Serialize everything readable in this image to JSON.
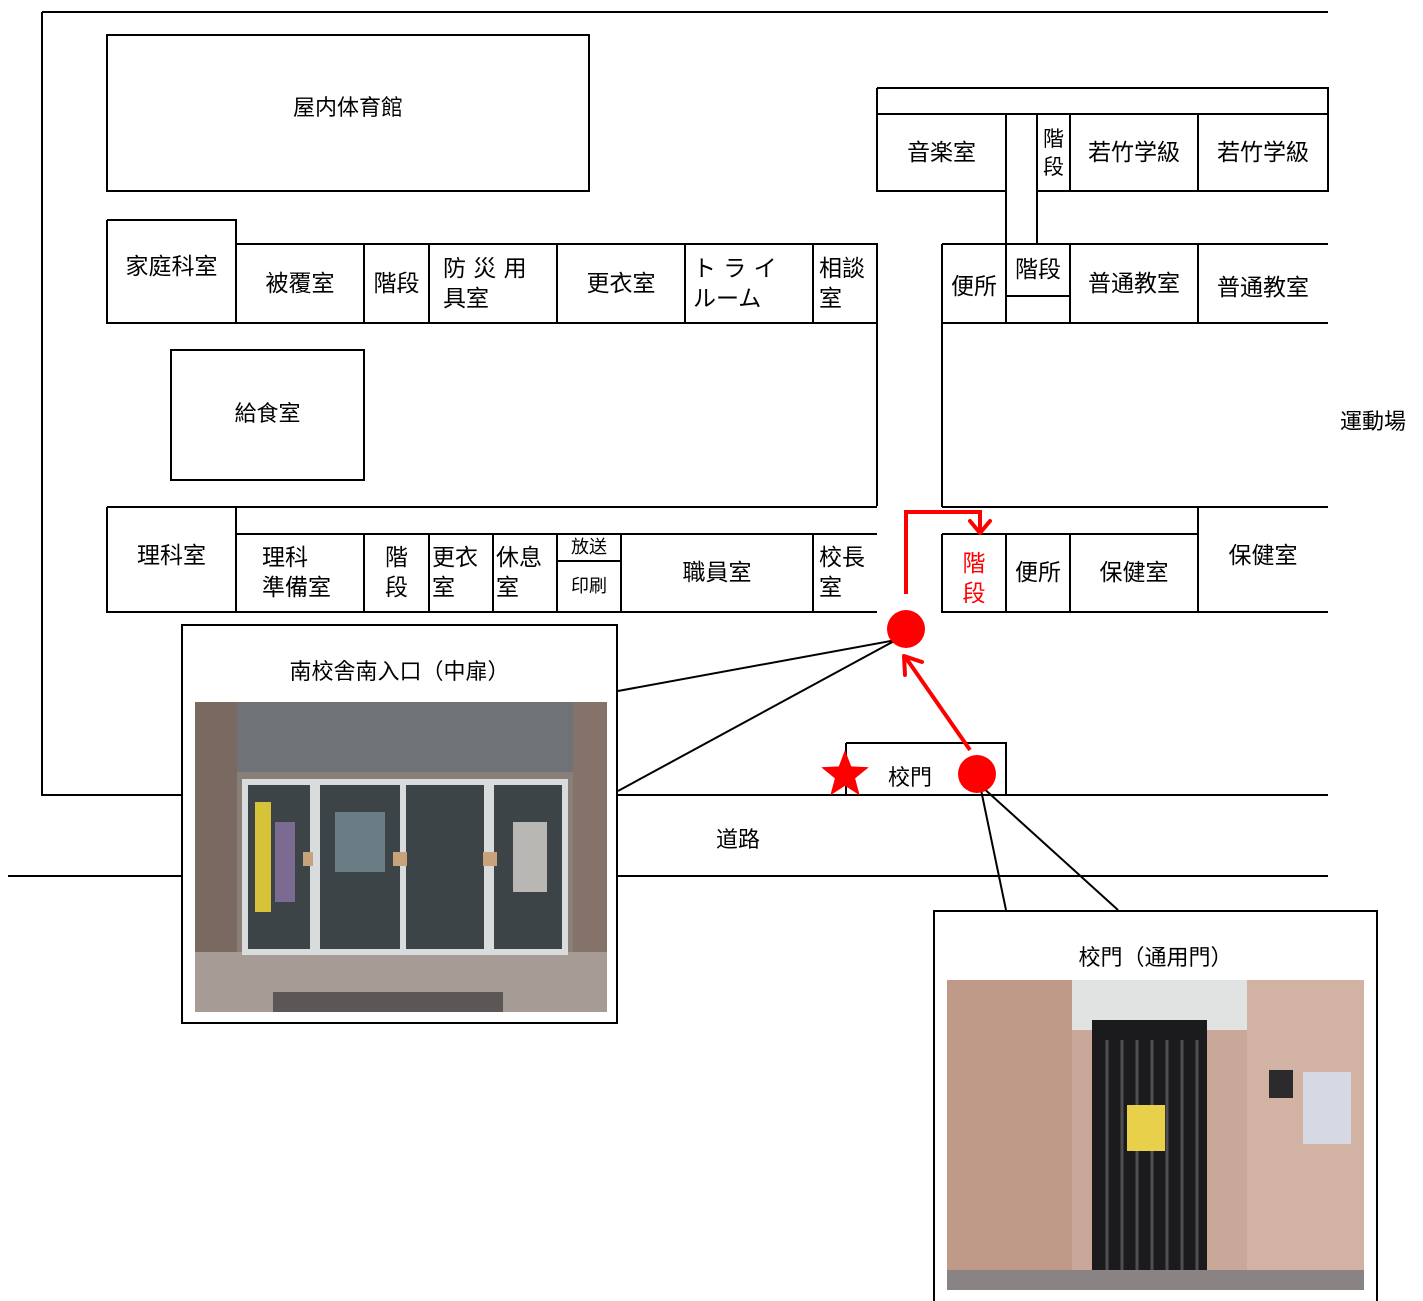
{
  "map": {
    "gym": "屋内体育館",
    "kyushoku": "給食室",
    "undojo": "運動場",
    "doro": "道路",
    "komon": "校門",
    "north_rooms": {
      "katei": "家庭科室",
      "hifuku": "被覆室",
      "kaidan": "階段",
      "bosai": "防 災 用\n具室",
      "koui": "更衣室",
      "torai": "ト ラ イ\nルーム",
      "sodan": "相談\n室"
    },
    "south_rooms": {
      "rika": "理科室",
      "rika_junbi": "理科\n準備室",
      "kaidan": "階\n段",
      "koui": "更衣\n室",
      "kyusoku": "休息\n室",
      "hoso": "放送",
      "insatsu": "印刷",
      "shokuin": "職員室",
      "kocho": "校長\n室"
    },
    "east_top": {
      "ongaku": "音楽室",
      "kaidan": "階\n段",
      "wakatake1": "若竹学級",
      "wakatake2": "若竹学級"
    },
    "east_mid": {
      "benjo": "便所",
      "kaidan": "階段",
      "futsu1": "普通教室",
      "futsu2": "普通教室"
    },
    "east_bottom": {
      "kaidan_red": "階\n段",
      "benjo": "便所",
      "hoken1": "保健室",
      "hoken2": "保健室"
    },
    "colors": {
      "route": "#ff0000",
      "line": "#000000"
    }
  },
  "photos": {
    "south_entrance": {
      "caption": "南校舎南入口（中扉）"
    },
    "gate": {
      "caption": "校門（通用門）"
    }
  }
}
